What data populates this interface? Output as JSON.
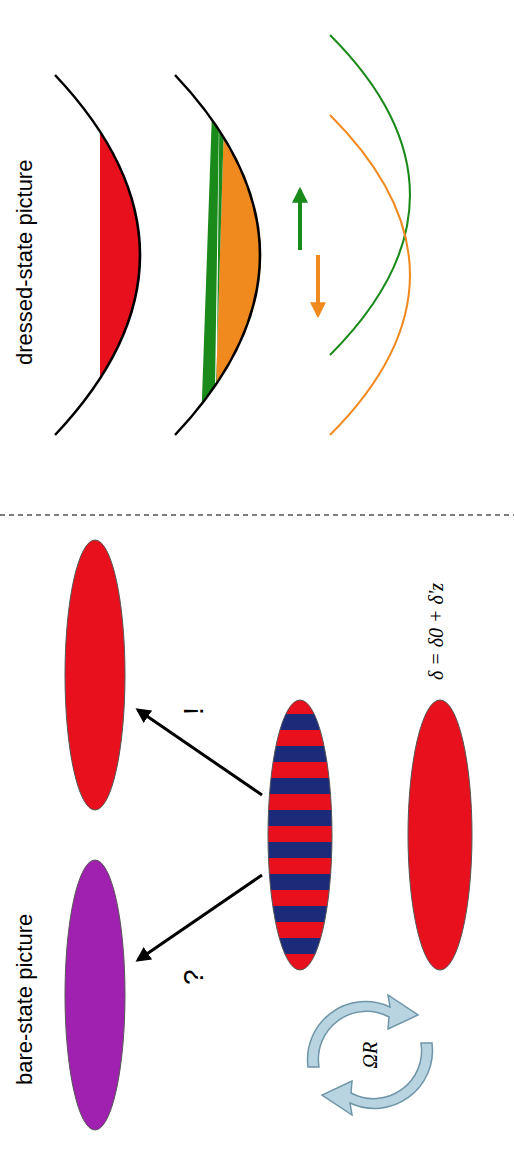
{
  "diagram": {
    "labels": [
      "δ = δ0 + δ'z",
      "ΩR",
      "?",
      "!",
      "bare-state picture",
      "dressed-state picture"
    ]
  }
}
